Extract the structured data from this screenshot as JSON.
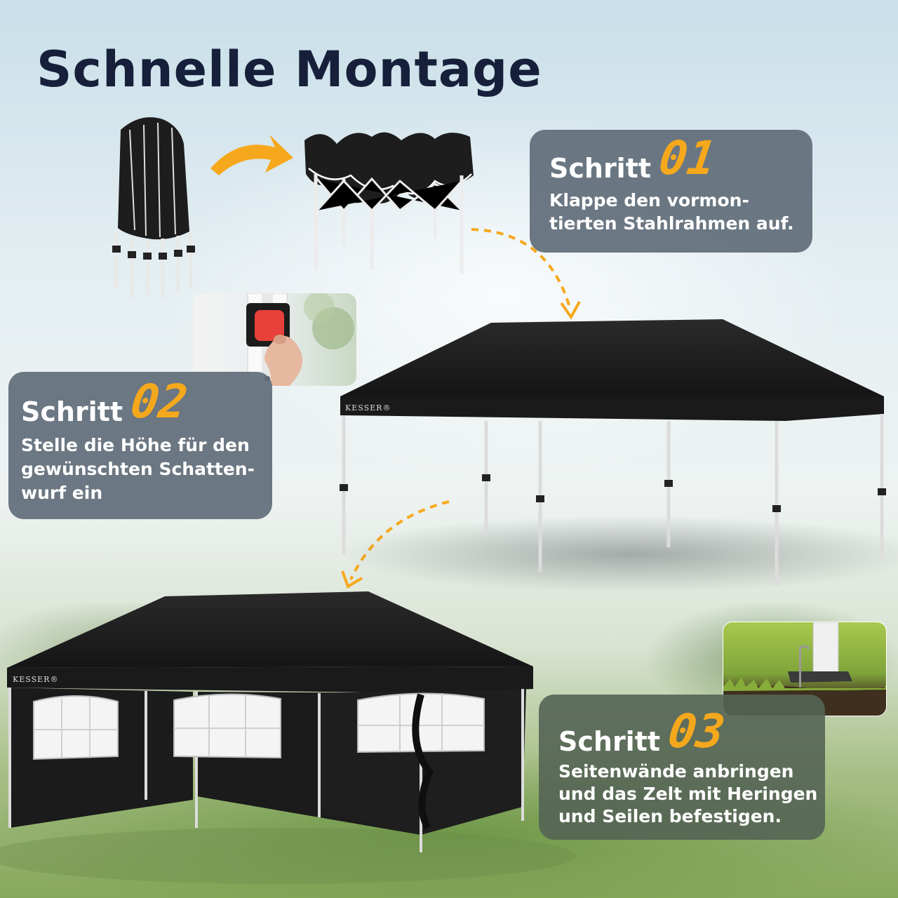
{
  "title": "Schnelle Montage",
  "brand": "KESSER®",
  "steps": [
    {
      "word": "Schritt",
      "number": "01",
      "text": "Klappe den vormon-tierten Stahlrahmen auf."
    },
    {
      "word": "Schritt",
      "number": "02",
      "text": "Stelle die Höhe für den gewünschten Schatten-wurf ein"
    },
    {
      "word": "Schritt",
      "number": "03",
      "text": "Seitenwände anbringen und das Zelt mit Heringen und Seilen befestigen."
    }
  ],
  "colors": {
    "title": "#16203a",
    "accent_number": "#f6a81c",
    "panel": "#606c78",
    "tent": "#1e1e1e",
    "arrow": "#f6a81c",
    "release_button": "#e8403a"
  },
  "icons": {
    "step1_arrow": "curved-arrow-right-icon",
    "dashed_arrow_1": "dashed-curve-arrow-down-icon",
    "dashed_arrow_2": "dashed-curve-arrow-down-left-icon"
  }
}
